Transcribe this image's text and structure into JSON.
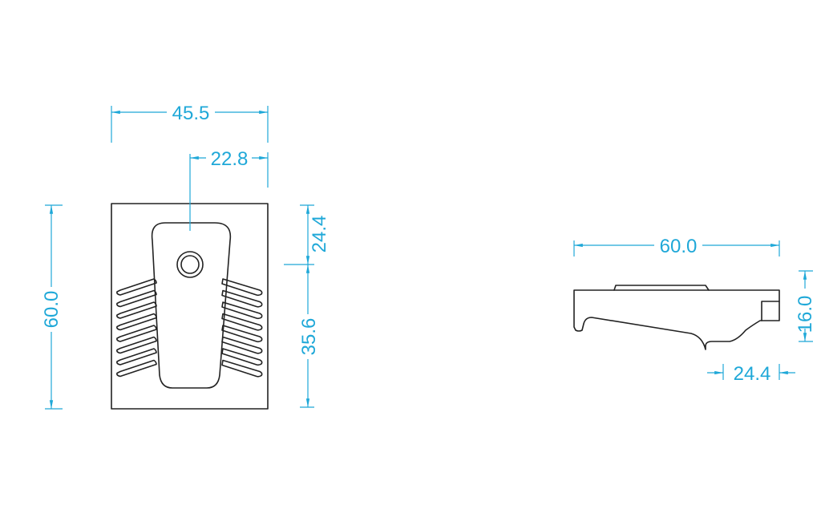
{
  "colors": {
    "dimension": "#1fa8d8",
    "outline": "#222222",
    "background": "#ffffff"
  },
  "top_view": {
    "width_overall": "45.5",
    "drain_offset": "22.8",
    "length_overall": "60.0",
    "drain_to_top": "24.4",
    "drain_to_bottom": "35.6"
  },
  "side_view": {
    "length_overall": "60.0",
    "outlet_height": "16.0",
    "outlet_depth": "24.4"
  }
}
